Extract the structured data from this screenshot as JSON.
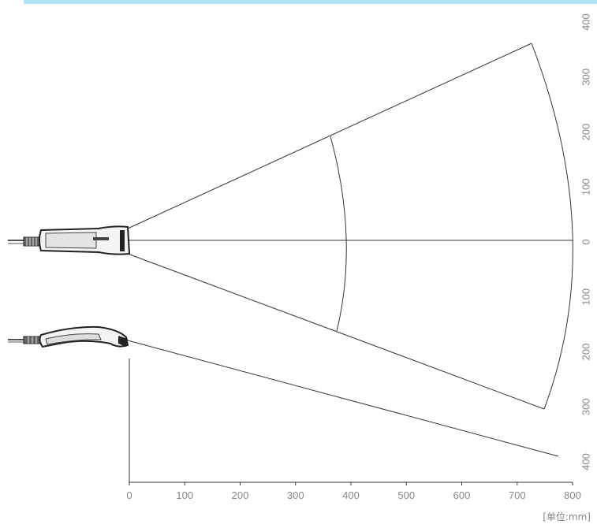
{
  "x_axis": {
    "ticks": [
      "0",
      "100",
      "200",
      "300",
      "400",
      "500",
      "600",
      "700",
      "800"
    ]
  },
  "y_axis": {
    "ticks": [
      "400",
      "300",
      "200",
      "100",
      "0",
      "100",
      "200",
      "300",
      "400"
    ]
  },
  "unit_label": "[单位:mm]",
  "colors": {
    "accent_bar": "#b3e2f5",
    "line": "#333333",
    "tick_text": "#888888"
  },
  "icons": [
    "scanner-top-view-icon",
    "scanner-side-view-icon"
  ]
}
